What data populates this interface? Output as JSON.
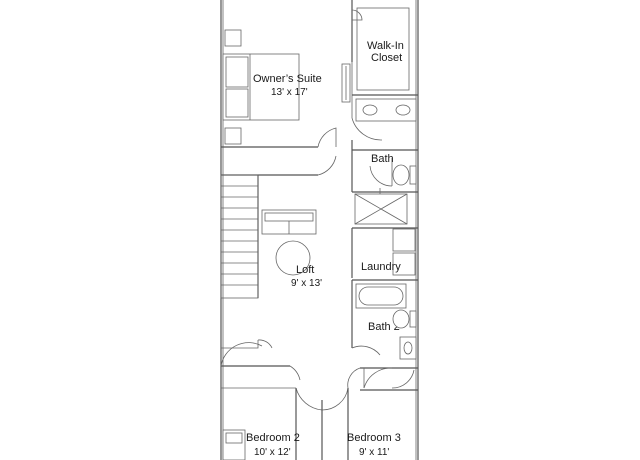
{
  "rooms": {
    "owners_suite": {
      "name": "Owner’s Suite",
      "dims": "13' x 17'"
    },
    "walk_in_closet": {
      "name_line1": "Walk-In",
      "name_line2": "Closet"
    },
    "bath": {
      "name": "Bath"
    },
    "loft": {
      "name": "Loft",
      "dims": "9' x 13'"
    },
    "laundry": {
      "name": "Laundry"
    },
    "bath2": {
      "name": "Bath 2"
    },
    "bedroom2": {
      "name": "Bedroom 2",
      "dims": "10' x 12'"
    },
    "bedroom3": {
      "name": "Bedroom 3",
      "dims": "9' x 11'"
    }
  },
  "colors": {
    "wall": "#555555",
    "background": "#ffffff"
  }
}
